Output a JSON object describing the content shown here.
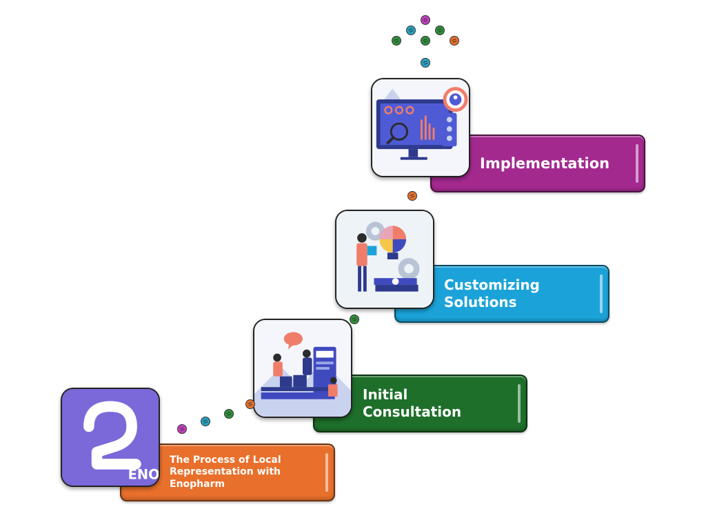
{
  "colors": {
    "orange": "#E8702C",
    "green": "#1E6F2A",
    "blue": "#1BA3D9",
    "magenta": "#A3298F",
    "logo_purple": "#7B68D9",
    "dot_magenta": "#C23FBF",
    "dot_teal": "#27A3C2",
    "dot_green": "#2F8F3A",
    "dot_orange": "#E8702C"
  },
  "steps": [
    {
      "label": "The Process of Local Representation with Enopharm"
    },
    {
      "label": "Initial Consultation"
    },
    {
      "label": "Customizing Solutions"
    },
    {
      "label": "Implementation"
    }
  ],
  "logo": {
    "text": "ENO"
  },
  "icons": [
    "eno-logo-icon",
    "consultation-illustration-icon",
    "solutions-illustration-icon",
    "analytics-dashboard-icon"
  ]
}
